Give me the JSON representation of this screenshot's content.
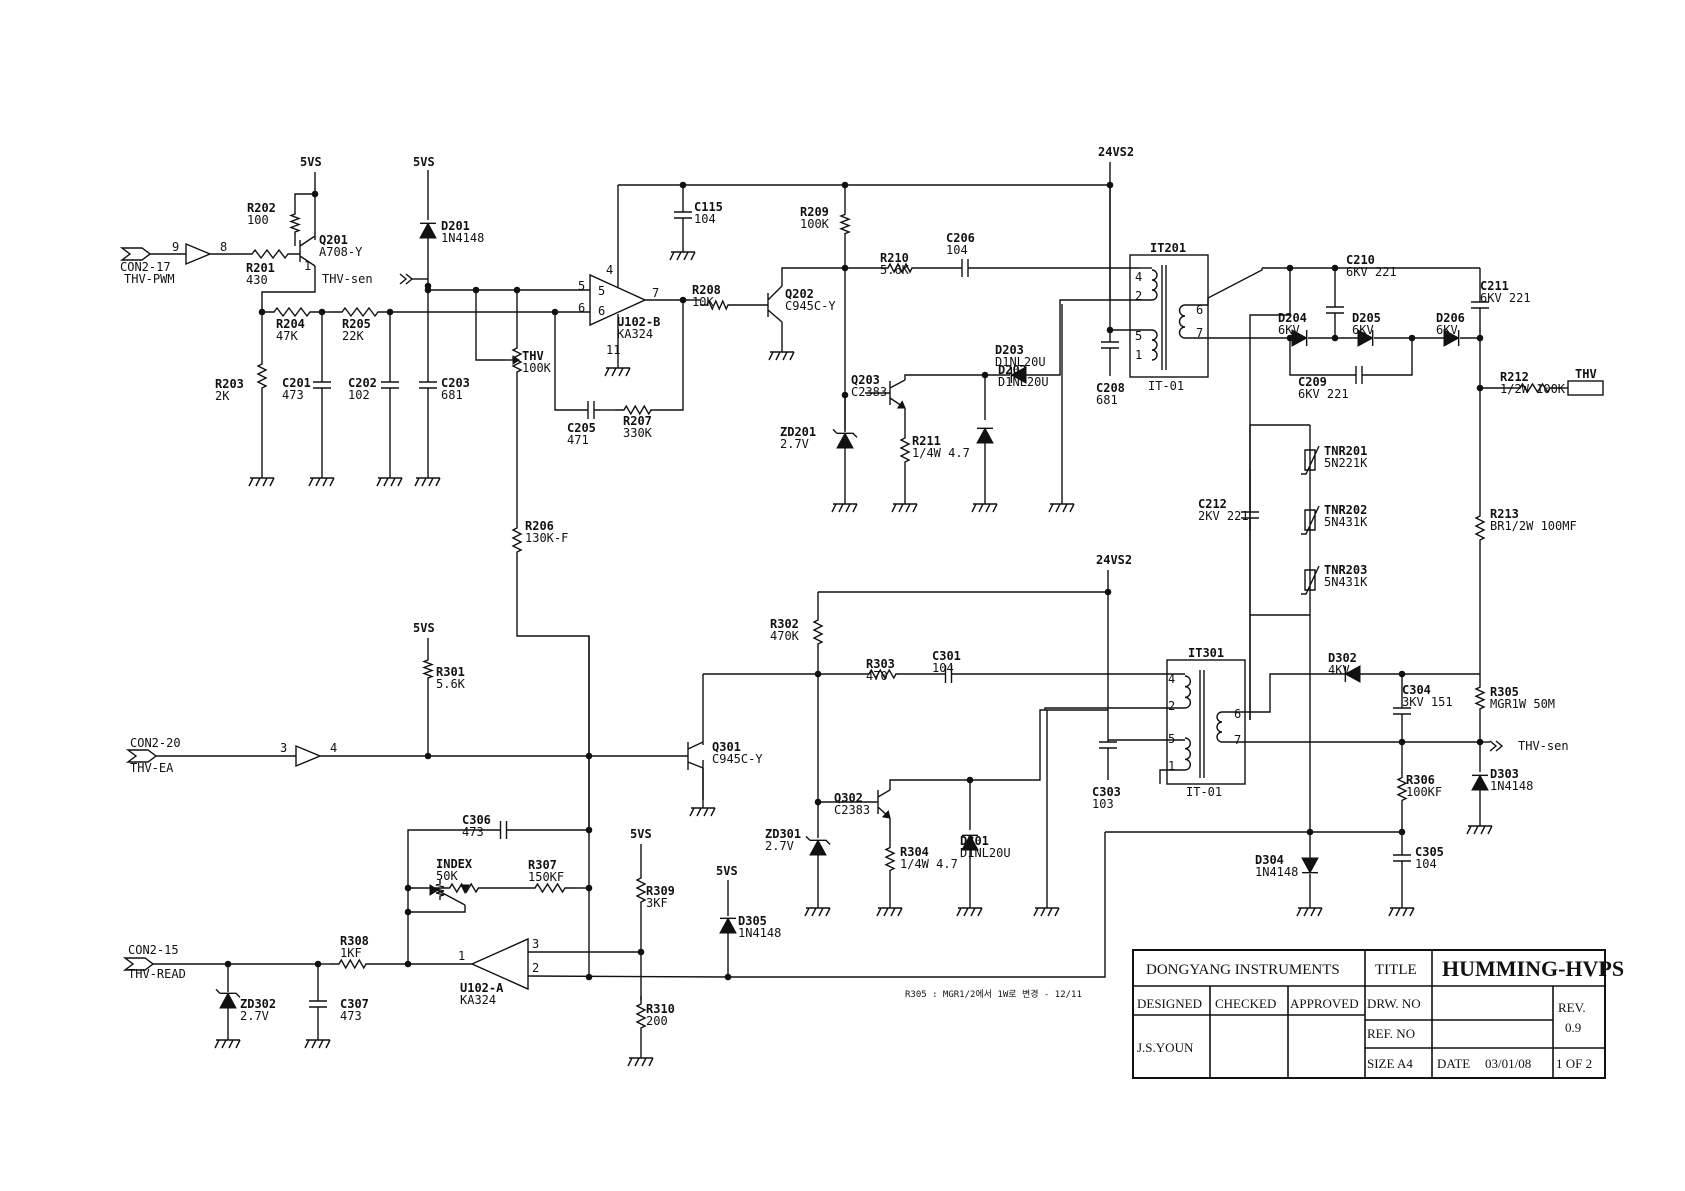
{
  "nets": {
    "p5vs_a": "5VS",
    "p5vs_b": "5VS",
    "p5vs_c": "5VS",
    "p5vs_d": "5VS",
    "p5vs_e": "5VS",
    "p24vs2_a": "24VS2",
    "p24vs2_b": "24VS2",
    "thv_sen_in": "THV-sen",
    "thv_sen_out": "THV-sen",
    "thv_out": "THV"
  },
  "connectors": {
    "con2_17": "CON2-17",
    "con2_17_net": "THV-PWM",
    "con2_20": "CON2-20",
    "con2_20_net": "THV-EA",
    "con2_15": "CON2-15",
    "con2_15_net": "THV-READ"
  },
  "pins": {
    "b9": "9",
    "b8": "8",
    "b3": "3",
    "b4": "4",
    "ub5": "5",
    "ub6": "6",
    "ub7": "7",
    "ub4": "4",
    "ub11": "11",
    "ua1": "1",
    "ua2": "2",
    "ua3": "3",
    "t1_4": "4",
    "t1_2": "2",
    "t1_5": "5",
    "t1_1": "1",
    "t1_6": "6",
    "t1_7": "7",
    "t3_4": "4",
    "t3_2": "2",
    "t3_5": "5",
    "t3_1": "1",
    "t3_6": "6",
    "t3_7": "7",
    "q201_1": "1"
  },
  "parts": [
    {
      "id": "r202",
      "ref": "R202",
      "val": "100"
    },
    {
      "id": "q201",
      "ref": "Q201",
      "val": "A708-Y"
    },
    {
      "id": "r201",
      "ref": "R201",
      "val": "430"
    },
    {
      "id": "d201",
      "ref": "D201",
      "val": "1N4148"
    },
    {
      "id": "r204",
      "ref": "R204",
      "val": "47K"
    },
    {
      "id": "r205",
      "ref": "R205",
      "val": "22K"
    },
    {
      "id": "r203",
      "ref": "R203",
      "val": "2K"
    },
    {
      "id": "c201",
      "ref": "C201",
      "val": "473"
    },
    {
      "id": "c202",
      "ref": "C202",
      "val": "102"
    },
    {
      "id": "c203",
      "ref": "C203",
      "val": "681"
    },
    {
      "id": "thv_pot",
      "ref": "THV",
      "val": "100K"
    },
    {
      "id": "u102b",
      "ref": "U102-B",
      "val": "KA324"
    },
    {
      "id": "c205",
      "ref": "C205",
      "val": "471"
    },
    {
      "id": "r207",
      "ref": "R207",
      "val": "330K"
    },
    {
      "id": "c115",
      "ref": "C115",
      "val": "104"
    },
    {
      "id": "r208",
      "ref": "R208",
      "val": "10K"
    },
    {
      "id": "q202",
      "ref": "Q202",
      "val": "C945C-Y"
    },
    {
      "id": "r209",
      "ref": "R209",
      "val": "100K"
    },
    {
      "id": "r210",
      "ref": "R210",
      "val": "5.6K"
    },
    {
      "id": "c206",
      "ref": "C206",
      "val": "104"
    },
    {
      "id": "q203",
      "ref": "Q203",
      "val": "C2383"
    },
    {
      "id": "zd201",
      "ref": "ZD201",
      "val": "2.7V"
    },
    {
      "id": "r211",
      "ref": "R211",
      "val": "1/4W 4.7"
    },
    {
      "id": "d203",
      "ref": "D203",
      "val": "D1NL20U"
    },
    {
      "id": "d202",
      "ref": "D202",
      "val": "D1NL20U"
    },
    {
      "id": "c208",
      "ref": "C208",
      "val": "681"
    },
    {
      "id": "it201",
      "ref": "IT201",
      "val": "IT-01"
    },
    {
      "id": "c210",
      "ref": "C210",
      "val": "6KV 221"
    },
    {
      "id": "c211",
      "ref": "C211",
      "val": "6KV 221"
    },
    {
      "id": "d204",
      "ref": "D204",
      "val": "6KV"
    },
    {
      "id": "d205",
      "ref": "D205",
      "val": "6KV"
    },
    {
      "id": "d206",
      "ref": "D206",
      "val": "6KV"
    },
    {
      "id": "c209",
      "ref": "C209",
      "val": "6KV 221"
    },
    {
      "id": "r212",
      "ref": "R212",
      "val": "1/2W 100K"
    },
    {
      "id": "tnr201",
      "ref": "TNR201",
      "val": "5N221K"
    },
    {
      "id": "tnr202",
      "ref": "TNR202",
      "val": "5N431K"
    },
    {
      "id": "tnr203",
      "ref": "TNR203",
      "val": "5N431K"
    },
    {
      "id": "c212",
      "ref": "C212",
      "val": "2KV 221"
    },
    {
      "id": "r213",
      "ref": "R213",
      "val": "BR1/2W 100MF"
    },
    {
      "id": "r206",
      "ref": "R206",
      "val": "130K-F"
    },
    {
      "id": "r301",
      "ref": "R301",
      "val": "5.6K"
    },
    {
      "id": "q301",
      "ref": "Q301",
      "val": "C945C-Y"
    },
    {
      "id": "r302",
      "ref": "R302",
      "val": "470K"
    },
    {
      "id": "r303",
      "ref": "R303",
      "val": "470"
    },
    {
      "id": "c301",
      "ref": "C301",
      "val": "104"
    },
    {
      "id": "it301",
      "ref": "IT301",
      "val": "IT-01"
    },
    {
      "id": "c303",
      "ref": "C303",
      "val": "103"
    },
    {
      "id": "d302",
      "ref": "D302",
      "val": "4KV"
    },
    {
      "id": "c304",
      "ref": "C304",
      "val": "3KV 151"
    },
    {
      "id": "r305",
      "ref": "R305",
      "val": "MGR1W 50M"
    },
    {
      "id": "r306",
      "ref": "R306",
      "val": "100KF"
    },
    {
      "id": "d303",
      "ref": "D303",
      "val": "1N4148"
    },
    {
      "id": "c305",
      "ref": "C305",
      "val": "104"
    },
    {
      "id": "d304",
      "ref": "D304",
      "val": "1N4148"
    },
    {
      "id": "q302",
      "ref": "Q302",
      "val": "C2383"
    },
    {
      "id": "zd301",
      "ref": "ZD301",
      "val": "2.7V"
    },
    {
      "id": "r304",
      "ref": "R304",
      "val": "1/4W 4.7"
    },
    {
      "id": "d301",
      "ref": "D301",
      "val": "D1NL20U"
    },
    {
      "id": "c306",
      "ref": "C306",
      "val": "473"
    },
    {
      "id": "index",
      "ref": "INDEX",
      "val": "50K"
    },
    {
      "id": "r307",
      "ref": "R307",
      "val": "150KF"
    },
    {
      "id": "r309",
      "ref": "R309",
      "val": "3KF"
    },
    {
      "id": "r310",
      "ref": "R310",
      "val": "200"
    },
    {
      "id": "d305",
      "ref": "D305",
      "val": "1N4148"
    },
    {
      "id": "r308",
      "ref": "R308",
      "val": "1KF"
    },
    {
      "id": "zd302",
      "ref": "ZD302",
      "val": "2.7V"
    },
    {
      "id": "c307",
      "ref": "C307",
      "val": "473"
    },
    {
      "id": "u102a",
      "ref": "U102-A",
      "val": "KA324"
    }
  ],
  "note": "R305 : MGR1/2에서 1W로 변경 - 12/11",
  "title_block": {
    "company": "DONGYANG INSTRUMENTS",
    "title_label": "TITLE",
    "title": "HUMMING-HVPS",
    "designed": "DESIGNED",
    "checked": "CHECKED",
    "approved": "APPROVED",
    "drw_no": "DRW. NO",
    "rev_label": "REV.",
    "ref_no": "REF. NO",
    "rev": "0.9",
    "designer": "J.S.YOUN",
    "size": "SIZE A4",
    "date_label": "DATE",
    "date": "03/01/08",
    "sheet": "1 OF 2"
  }
}
